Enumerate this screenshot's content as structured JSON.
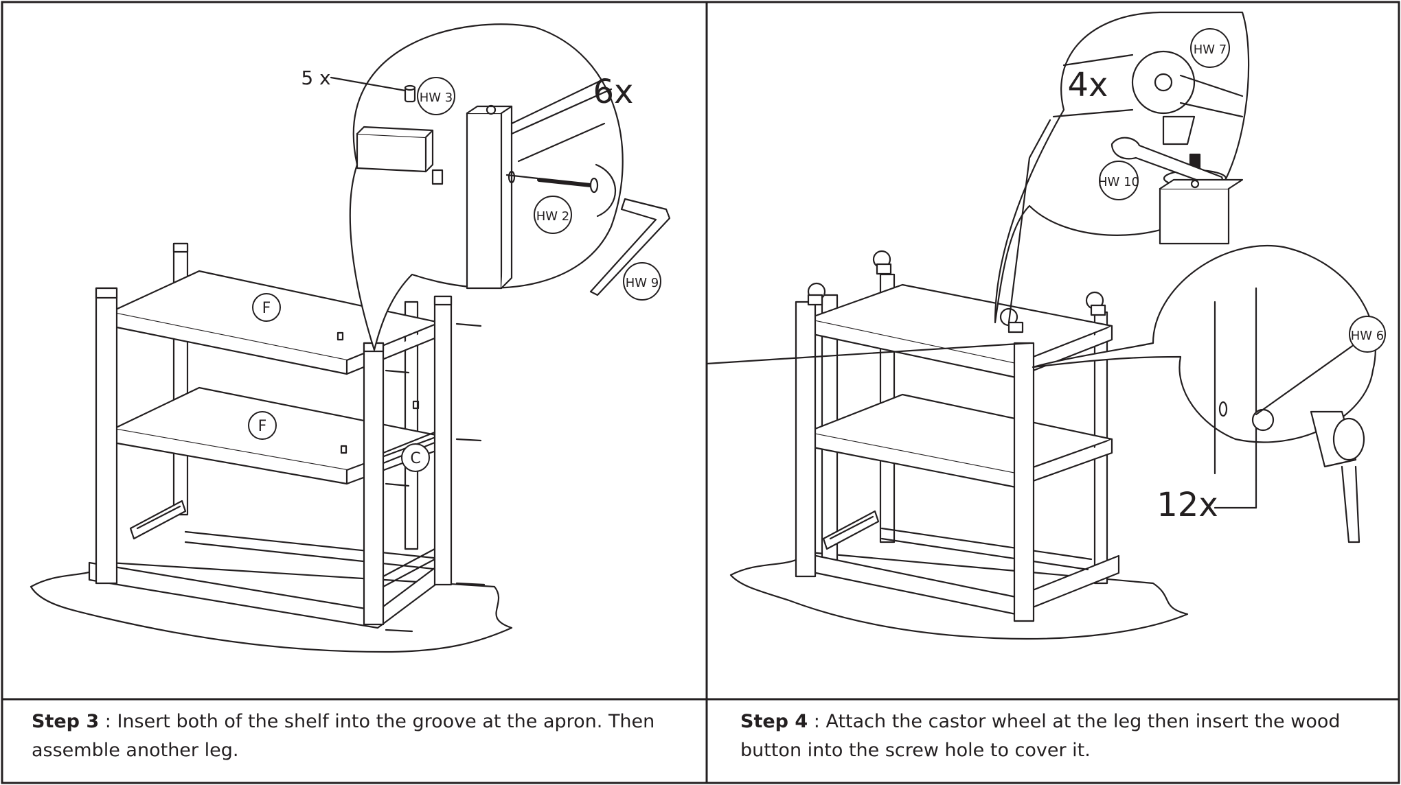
{
  "steps": [
    {
      "label": "Step 3",
      "separator": " : ",
      "text": "Insert both of the shelf into the groove at the apron. Then assemble another leg.",
      "callouts": {
        "qty_small": "5 x",
        "qty_large": "6x",
        "hw3": "HW 3",
        "hw2": "HW 2",
        "hw9": "HW 9",
        "part_f1": "F",
        "part_f2": "F",
        "part_c": "C"
      }
    },
    {
      "label": "Step 4",
      "separator": " : ",
      "text": "Attach the castor wheel at the leg then insert the wood button into the screw hole to cover it.",
      "callouts": {
        "qty_top": "4x",
        "qty_bottom": "12x",
        "hw7": "HW 7",
        "hw10": "HW 10",
        "hw6": "HW 6"
      }
    }
  ]
}
